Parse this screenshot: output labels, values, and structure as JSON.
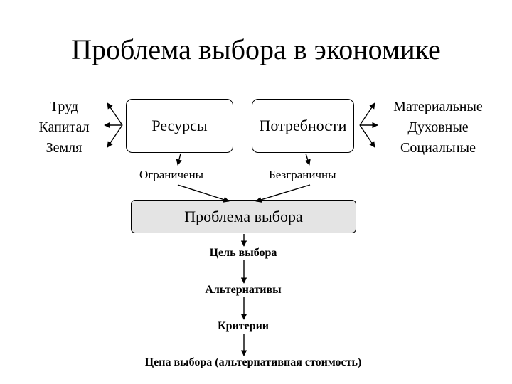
{
  "title": "Проблема выбора в экономике",
  "resources_list": [
    "Труд",
    "Капитал",
    "Земля"
  ],
  "needs_list": [
    "Материальные",
    "Духовные",
    "Социальные"
  ],
  "boxes": {
    "resources": "Ресурсы",
    "needs": "Потребности",
    "choice_problem": "Проблема выбора"
  },
  "labels": {
    "limited": "Ограничены",
    "unlimited": "Безграничны"
  },
  "steps": [
    "Цель выбора",
    "Альтернативы",
    "Критерии",
    "Цена выбора (альтернативная стоимость)"
  ]
}
